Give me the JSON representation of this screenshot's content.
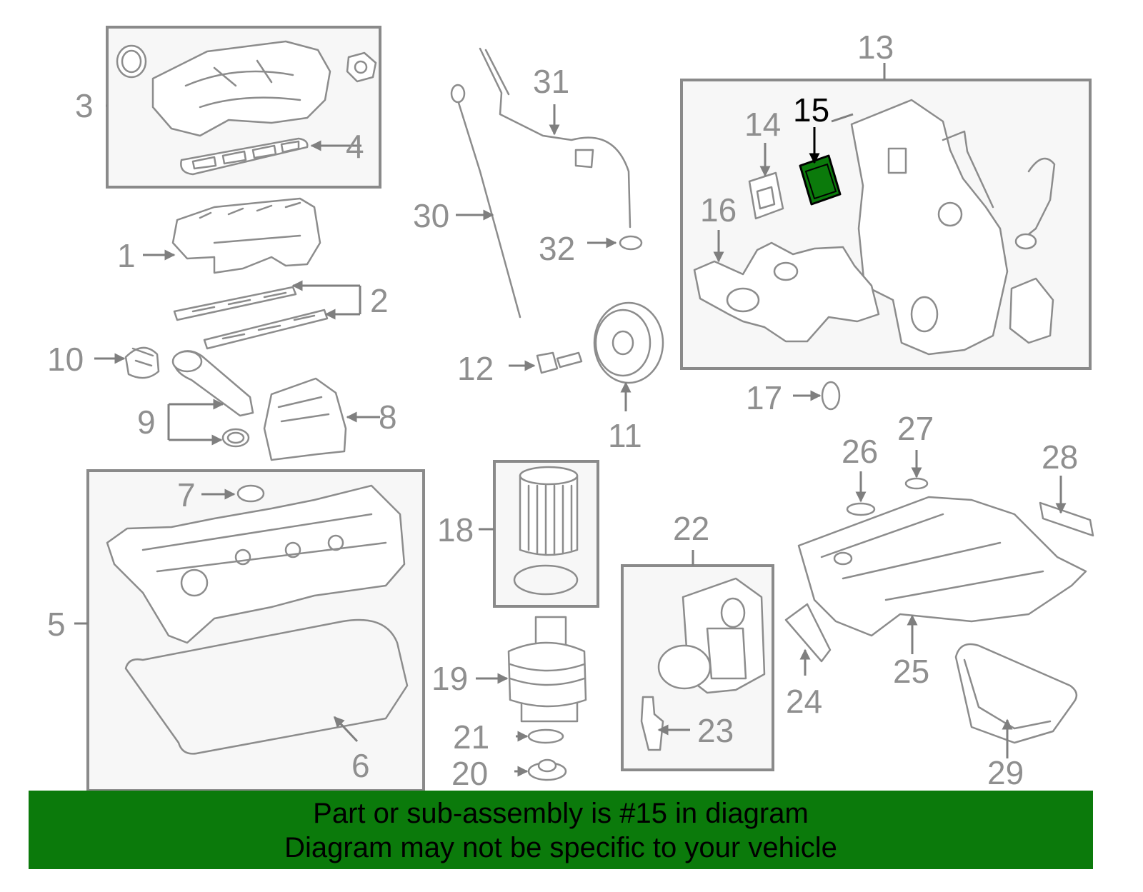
{
  "callouts": {
    "c1": "1",
    "c2": "2",
    "c3": "3",
    "c4": "4",
    "c5": "5",
    "c6": "6",
    "c7": "7",
    "c8": "8",
    "c9": "9",
    "c10": "10",
    "c11": "11",
    "c12": "12",
    "c13": "13",
    "c14": "14",
    "c15": "15",
    "c16": "16",
    "c17": "17",
    "c18": "18",
    "c19": "19",
    "c20": "20",
    "c21": "21",
    "c22": "22",
    "c23": "23",
    "c24": "24",
    "c25": "25",
    "c26": "26",
    "c27": "27",
    "c28": "28",
    "c29": "29",
    "c30": "30",
    "c31": "31",
    "c32": "32"
  },
  "highlight": {
    "part": "15",
    "color": "#0b7a0b"
  },
  "banner": {
    "line1": "Part or sub-assembly is #15 in diagram",
    "line2": "Diagram may not be specific to your vehicle",
    "background": "#0b7a0b"
  }
}
